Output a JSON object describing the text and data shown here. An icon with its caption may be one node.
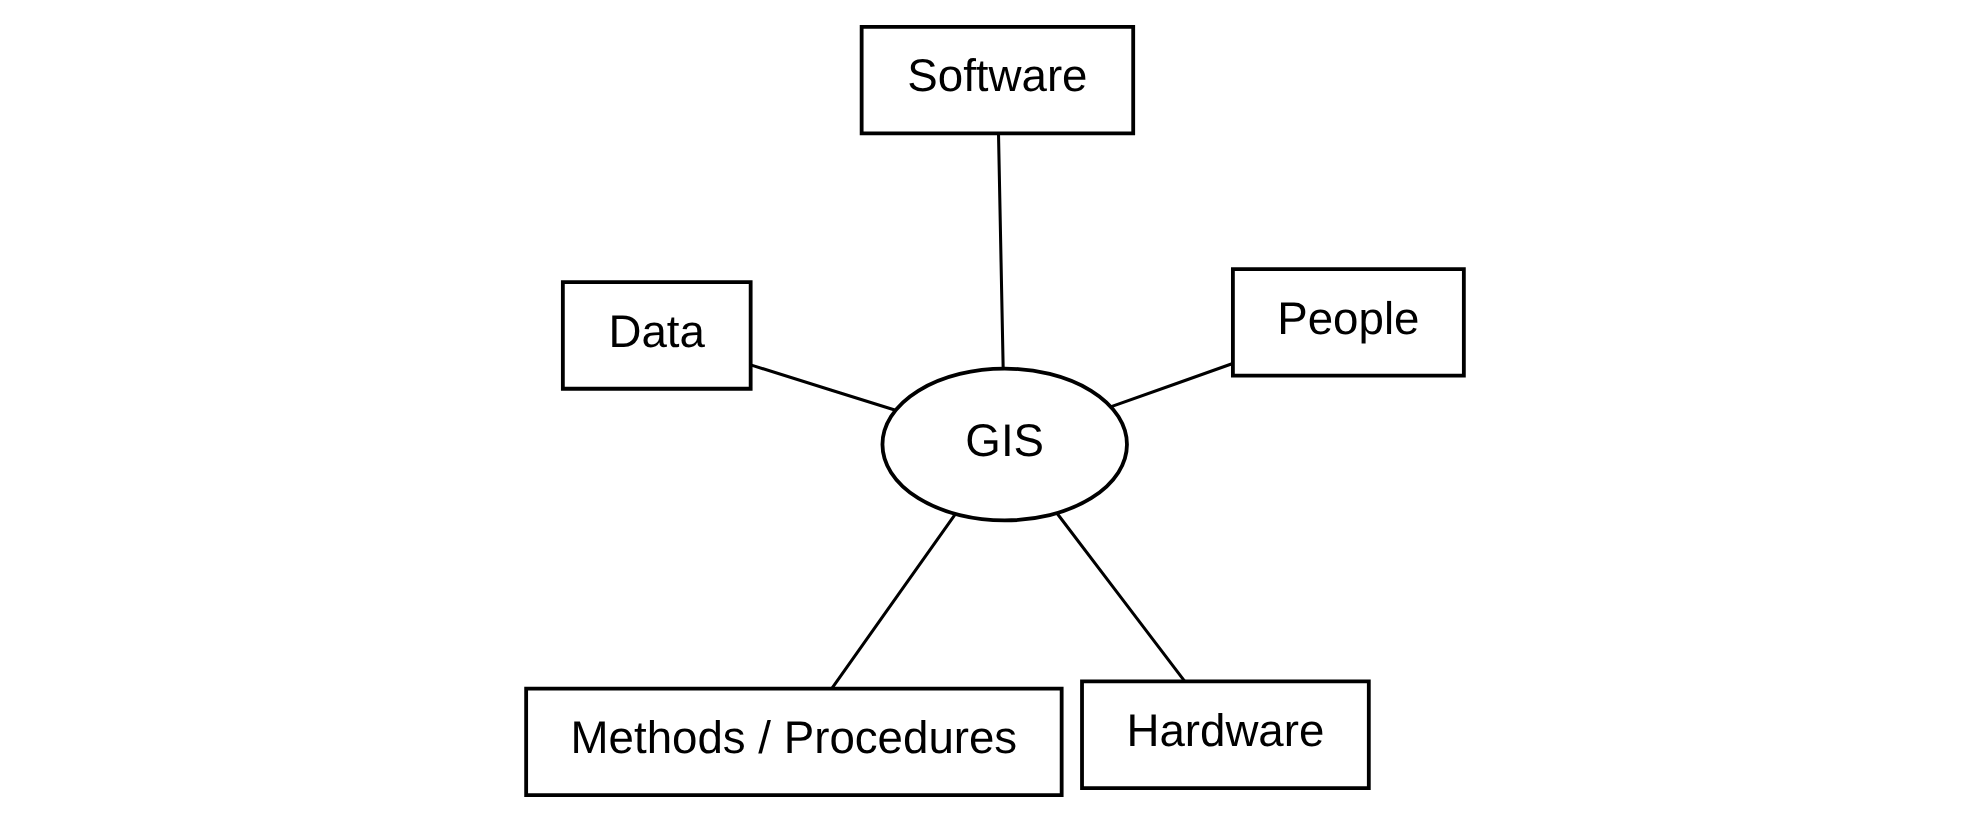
{
  "diagram": {
    "nodes": [
      {
        "text": [
          "Methods / Procedures"
        ]
      },
      {
        "text": [
          "Hardware"
        ]
      },
      {
        "text": [
          "GIS"
        ]
      },
      {
        "text": [
          "Software"
        ]
      },
      {
        "text": [
          "People"
        ]
      },
      {
        "text": [
          "Data"
        ]
      }
    ],
    "edges": [
      {
        "from": 0,
        "to": 2,
        "arrow": "none"
      },
      {
        "from": 1,
        "to": 2,
        "arrow": "none"
      },
      {
        "from": 2,
        "to": 3,
        "arrow": "none"
      },
      {
        "from": 4,
        "to": 2,
        "arrow": "none"
      },
      {
        "from": 2,
        "to": 5,
        "arrow": "none"
      }
    ]
  }
}
